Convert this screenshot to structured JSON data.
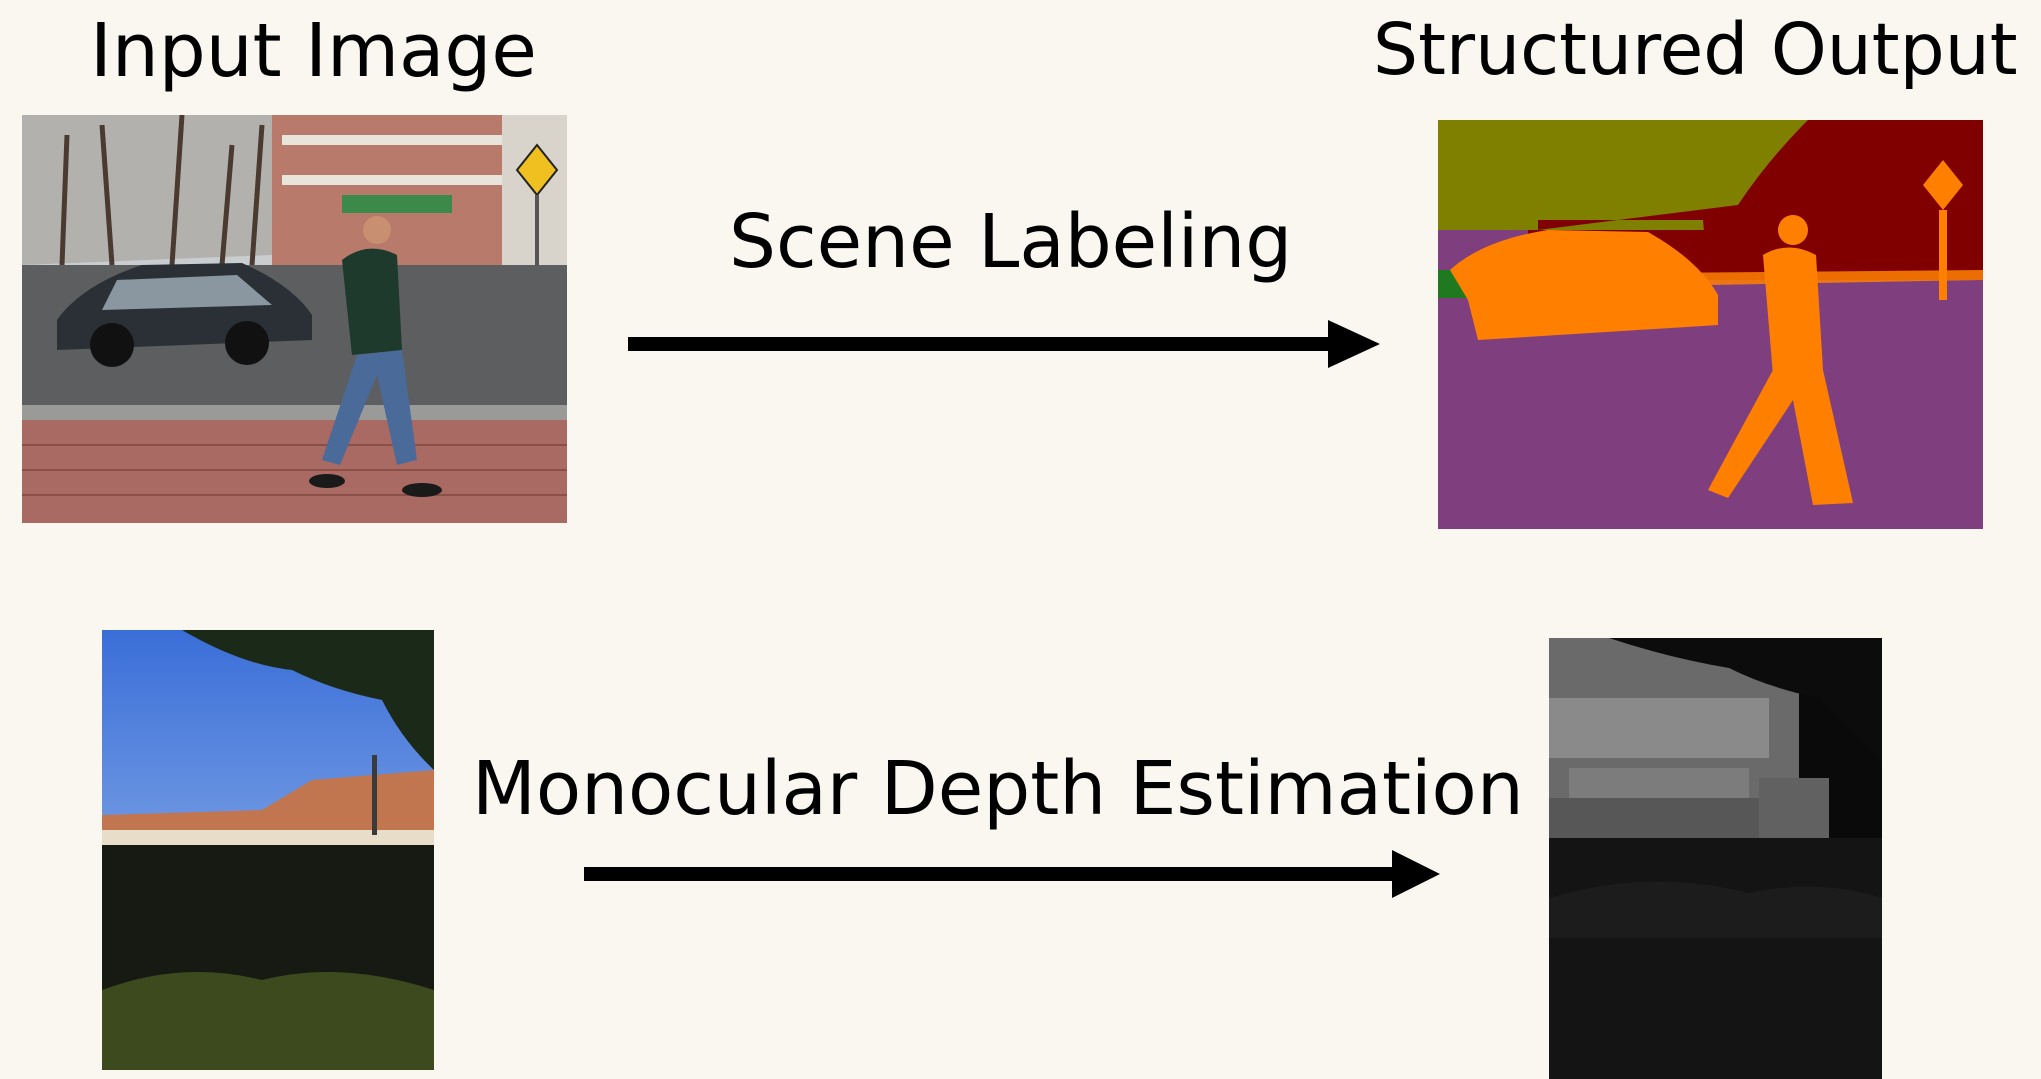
{
  "headings": {
    "input": "Input Image",
    "output": "Structured Output"
  },
  "tasks": [
    {
      "label": "Scene Labeling"
    },
    {
      "label": "Monocular Depth Estimation"
    }
  ],
  "colors": {
    "background": "#faf6f0",
    "arrow": "#000000",
    "segmentation": {
      "sky_tree": "#808000",
      "building": "#800000",
      "road": "#7f3f7f",
      "object": "#ff8000",
      "plant": "#1f7a1f"
    }
  }
}
